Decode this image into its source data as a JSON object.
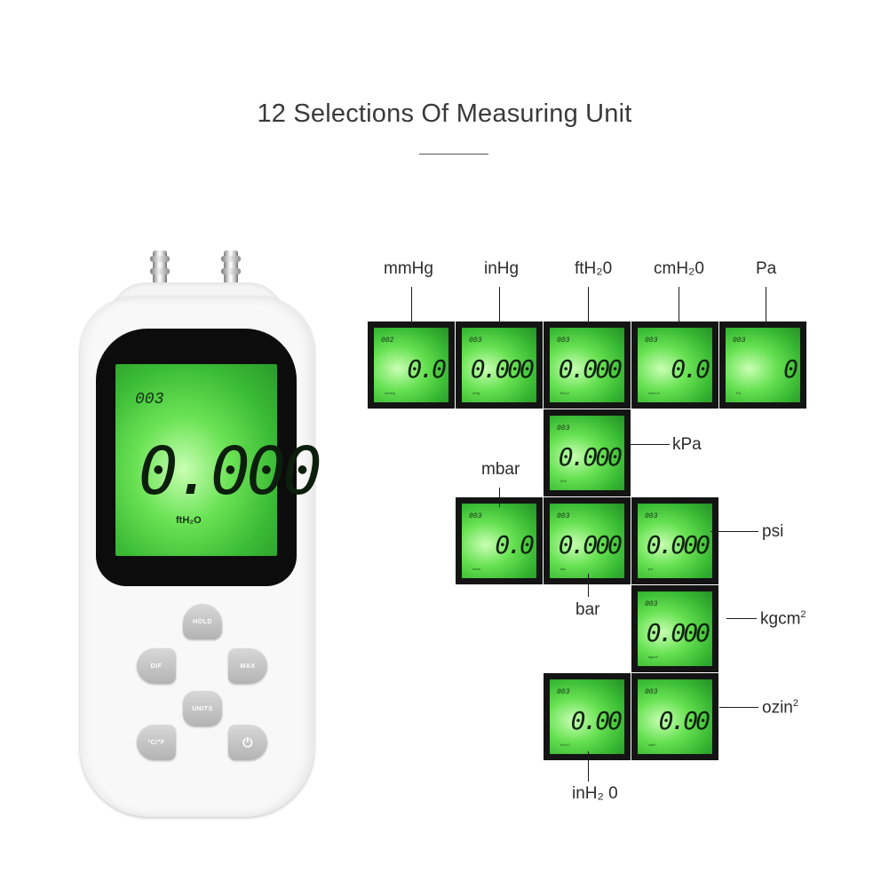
{
  "header": {
    "title": "12 Selections Of Measuring Unit"
  },
  "device": {
    "screen": {
      "channel": "003",
      "reading": "0.000",
      "unit": "ftH₂O"
    },
    "buttons": {
      "hold": "HOLD",
      "dif": "DIF",
      "max": "MAX",
      "units": "UNITS",
      "temp": "°C/°F",
      "power": "⏻"
    }
  },
  "tiles": [
    {
      "label": "mmHg",
      "channel": "002",
      "value": "0.0",
      "unit_small": "mmHg"
    },
    {
      "label": "inHg",
      "channel": "003",
      "value": "0.000",
      "unit_small": "inHg"
    },
    {
      "label": "ftH₂0",
      "channel": "003",
      "value": "0.000",
      "unit_small": "ftH₂O"
    },
    {
      "label": "cmH₂0",
      "channel": "003",
      "value": "0.0",
      "unit_small": "cmH₂O"
    },
    {
      "label": "Pa",
      "channel": "003",
      "value": "0",
      "unit_small": "Pa"
    },
    {
      "label": "kPa",
      "channel": "003",
      "value": "0.000",
      "unit_small": "kPa"
    },
    {
      "label": "mbar",
      "channel": "003",
      "value": "0.0",
      "unit_small": "mbar"
    },
    {
      "label": "bar",
      "channel": "003",
      "value": "0.000",
      "unit_small": "bar"
    },
    {
      "label": "psi",
      "channel": "003",
      "value": "0.000",
      "unit_small": "psi"
    },
    {
      "label": "kgcm",
      "label_sup": "2",
      "channel": "003",
      "value": "0.000",
      "unit_small": "kgcm²"
    },
    {
      "label": "inH₂ 0",
      "channel": "003",
      "value": "0.00",
      "unit_small": "inH₂O"
    },
    {
      "label": "ozin",
      "label_sup": "2",
      "channel": "003",
      "value": "0.00",
      "unit_small": "ozin²"
    }
  ]
}
